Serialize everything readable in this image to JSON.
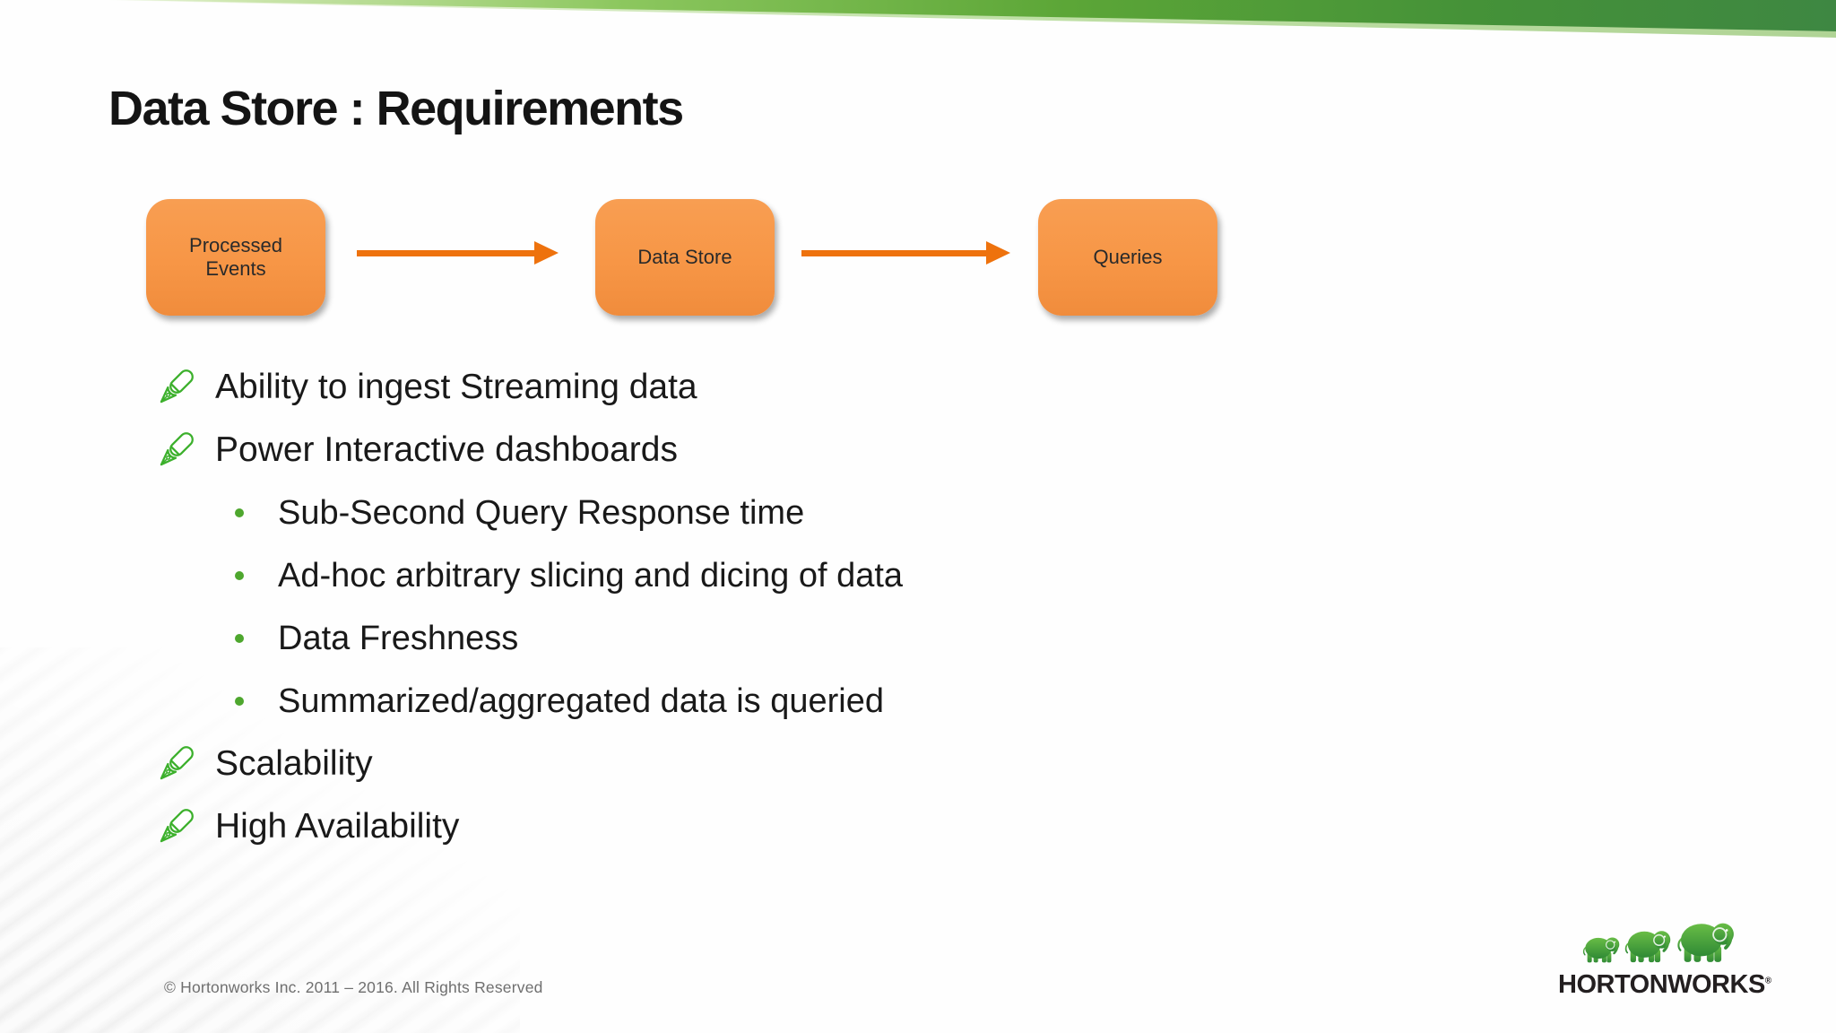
{
  "slide": {
    "title": "Data Store : Requirements",
    "flow": {
      "boxes": [
        {
          "label": "Processed Events"
        },
        {
          "label": "Data Store"
        },
        {
          "label": "Queries"
        }
      ],
      "box_color": "#F79646",
      "arrow_color": "#EE720D"
    },
    "bullets": {
      "pen_icon_color": "#3CB02C",
      "sub_dot_color": "#4EA72E",
      "items": [
        {
          "level": 1,
          "text": "Ability to ingest Streaming data"
        },
        {
          "level": 1,
          "text": "Power Interactive dashboards"
        },
        {
          "level": 2,
          "text": "Sub-Second Query Response time"
        },
        {
          "level": 2,
          "text": "Ad-hoc arbitrary slicing and dicing of data"
        },
        {
          "level": 2,
          "text": "Data Freshness"
        },
        {
          "level": 2,
          "text": "Summarized/aggregated data is queried"
        },
        {
          "level": 1,
          "text": "Scalability"
        },
        {
          "level": 1,
          "text": "High Availability"
        }
      ]
    },
    "footer": {
      "copyright": "© Hortonworks Inc. 2011 – 2016. All Rights Reserved"
    },
    "logo": {
      "text": "HORTONWORKS",
      "trademark": "®",
      "elephant_color": "#3E9C35"
    },
    "theme": {
      "banner_green_dark": "#3E8742",
      "banner_green_mid": "#6FB13F",
      "banner_green_light": "#CDE6AE",
      "title_color": "#141414",
      "body_text_color": "#191919",
      "footer_text_color": "#6F6F6F"
    }
  }
}
